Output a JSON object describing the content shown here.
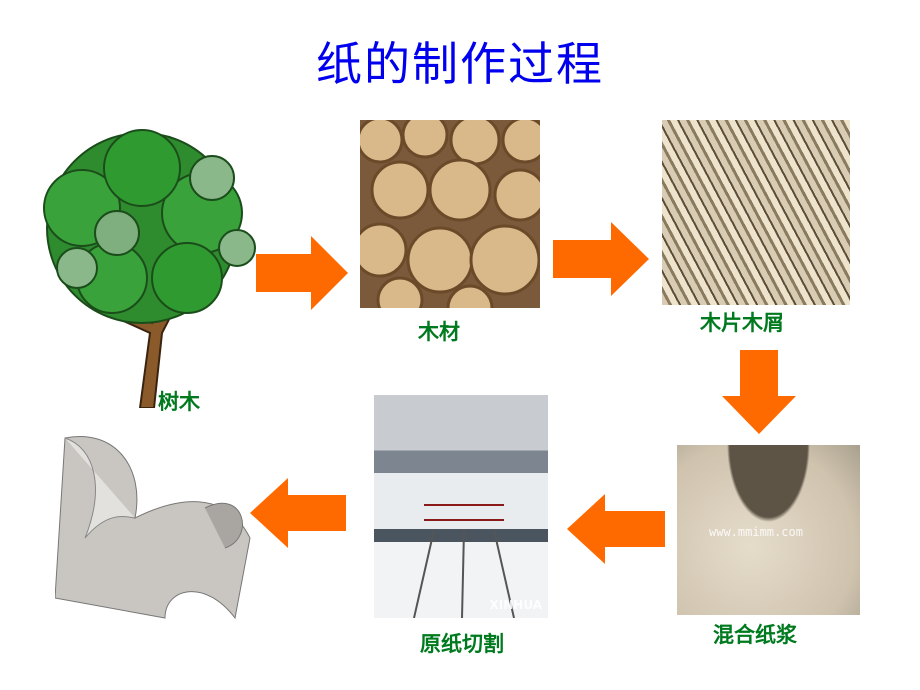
{
  "title": "纸的制作过程",
  "steps": [
    {
      "label": "树木",
      "image": "tree-image"
    },
    {
      "label": "木材",
      "image": "logs-image"
    },
    {
      "label": "木片木屑",
      "image": "wood-chips-image"
    },
    {
      "label": "混合纸浆",
      "image": "pulp-image",
      "watermark": "www.mmimm.com"
    },
    {
      "label": "原纸切割",
      "image": "paper-cutting-image",
      "watermark": "XINHUA"
    },
    {
      "label": "",
      "image": "paper-sheet-image"
    }
  ],
  "colors": {
    "title": "#0000ee",
    "label": "#007a1e",
    "arrow": "#ff6a00"
  }
}
